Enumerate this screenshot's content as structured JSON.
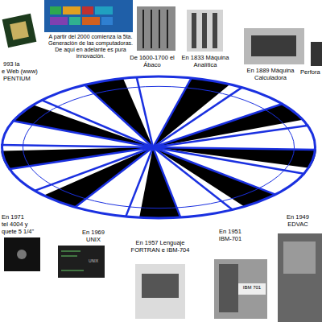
{
  "diagram": {
    "labels": [
      "A partir del 2000 comienza la 5ta. Generación de las computadoras. De aquí en adelante es pura innovación.",
      "De 1600-1700 el Ábaco",
      "En 1833 Máquina Analítica",
      "993 la",
      "e Web (www)",
      "PENTIUM",
      "En 1889 Máquina Calculadora",
      "Perfora",
      "En 1971",
      "tel 4004 y",
      "quete 5 1/4\"",
      "En 1949 EDVAC",
      "En 1969 UNIX",
      "En 1951 IBM-701",
      "En 1957 Lenguaje FORTRAN e IBM-704",
      "UNIX",
      "IBM 701"
    ]
  }
}
